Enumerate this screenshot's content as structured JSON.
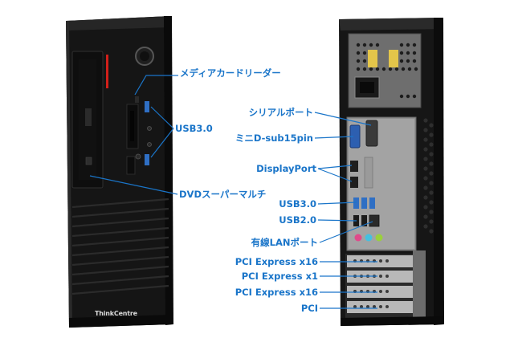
{
  "colors": {
    "label": "#1a75c9",
    "leader_line": "#1a75c9",
    "case_body": "#141414",
    "case_edge": "#2a2a2a",
    "accent_red": "#d2201a",
    "background": "#ffffff"
  },
  "front": {
    "brand": "ThinkCentre",
    "labels": {
      "card_reader": "メディアカードリーダー",
      "usb3": "USB3.0",
      "dvd_drive": "DVDスーパーマルチ"
    }
  },
  "rear": {
    "labels": {
      "serial_port": "シリアルポート",
      "mini_dsub": "ミニD-sub15pin",
      "displayport": "DisplayPort",
      "usb3": "USB3.0",
      "usb2": "USB2.0",
      "lan_port": "有線LANポート",
      "pcie_x16_1": "PCI Express x16",
      "pcie_x1": "PCI Express x1",
      "pcie_x16_2": "PCI Express x16",
      "pci": "PCI"
    }
  }
}
